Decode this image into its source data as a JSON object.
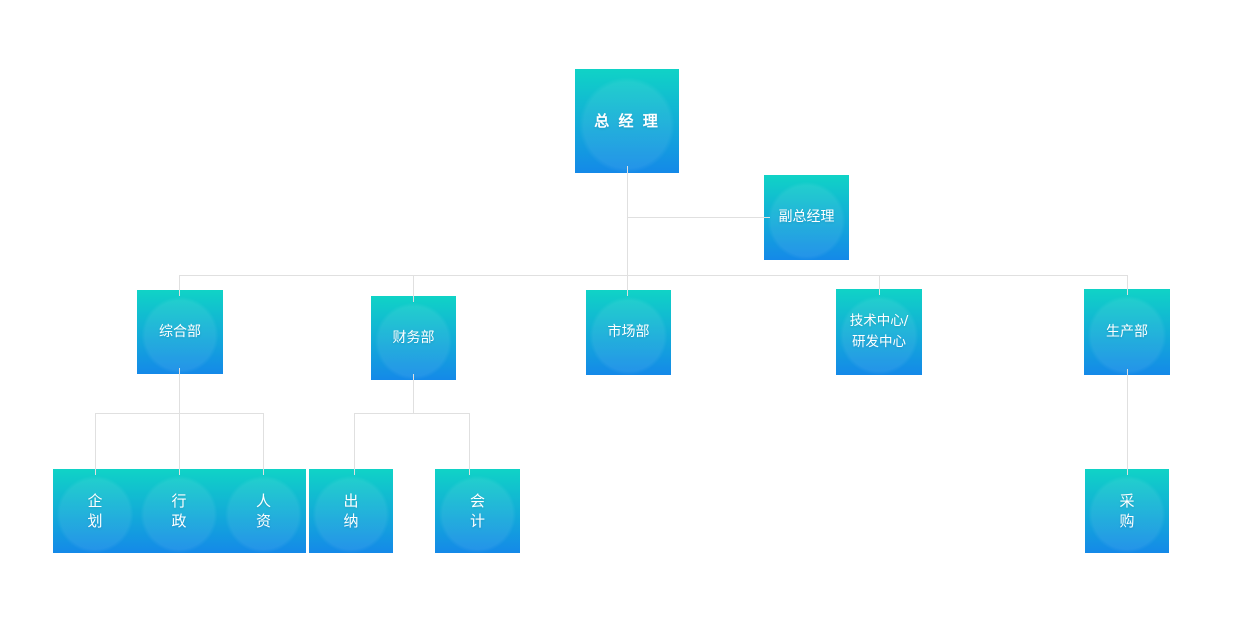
{
  "nodes": {
    "general_manager": {
      "label": "总 经 理"
    },
    "deputy_general_manager": {
      "label": "副总经理"
    },
    "general_dept": {
      "label": "综合部"
    },
    "finance_dept": {
      "label": "财务部"
    },
    "marketing_dept": {
      "label": "市场部"
    },
    "tech_rnd_center": {
      "label": "技术中心/\n研发中心"
    },
    "production_dept": {
      "label": "生产部"
    },
    "planning": {
      "label": "企\n划"
    },
    "administration": {
      "label": "行\n政"
    },
    "human_resources": {
      "label": "人\n资"
    },
    "cashier": {
      "label": "出\n纳"
    },
    "accounting": {
      "label": "会\n计"
    },
    "procurement": {
      "label": "采\n购"
    }
  },
  "hierarchy": {
    "root": "general_manager",
    "assistant_of_root": "deputy_general_manager",
    "children_of_general_manager": [
      "general_dept",
      "finance_dept",
      "marketing_dept",
      "tech_rnd_center",
      "production_dept"
    ],
    "children_of_general_dept": [
      "planning",
      "administration",
      "human_resources"
    ],
    "children_of_finance_dept": [
      "cashier",
      "accounting"
    ],
    "children_of_production_dept": [
      "procurement"
    ]
  },
  "colors": {
    "box_gradient_top": "#10d3c6",
    "box_gradient_bottom": "#1489e8",
    "connector_line": "#e0e0e0",
    "label_text": "#ffffff",
    "background": "#ffffff"
  }
}
